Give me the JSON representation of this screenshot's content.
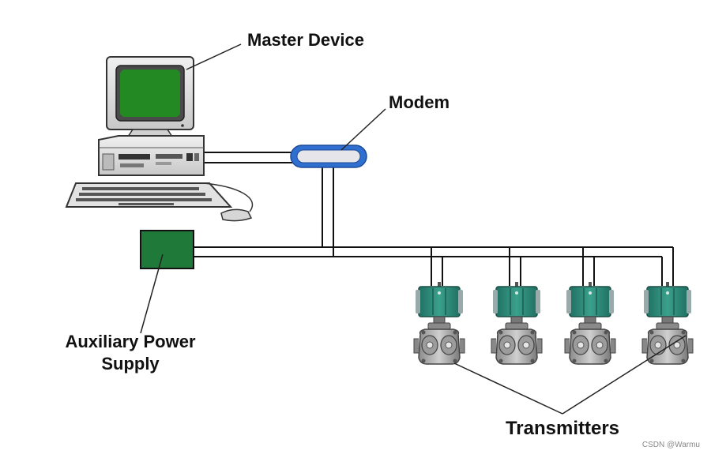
{
  "labels": {
    "master_device": "Master Device",
    "modem": "Modem",
    "aux_power_line1": "Auxiliary Power",
    "aux_power_line2": "Supply",
    "transmitters": "Transmitters"
  },
  "watermark": "CSDN @Warmu",
  "colors": {
    "screen": "#238a23",
    "power_supply": "#1f7a3a",
    "transmitter_head": "#2e8b7a",
    "modem_outline": "#2f6fd0",
    "line": "#111111"
  },
  "icons": [
    "computer-icon",
    "modem-icon",
    "power-supply-icon",
    "transmitter-icon"
  ]
}
